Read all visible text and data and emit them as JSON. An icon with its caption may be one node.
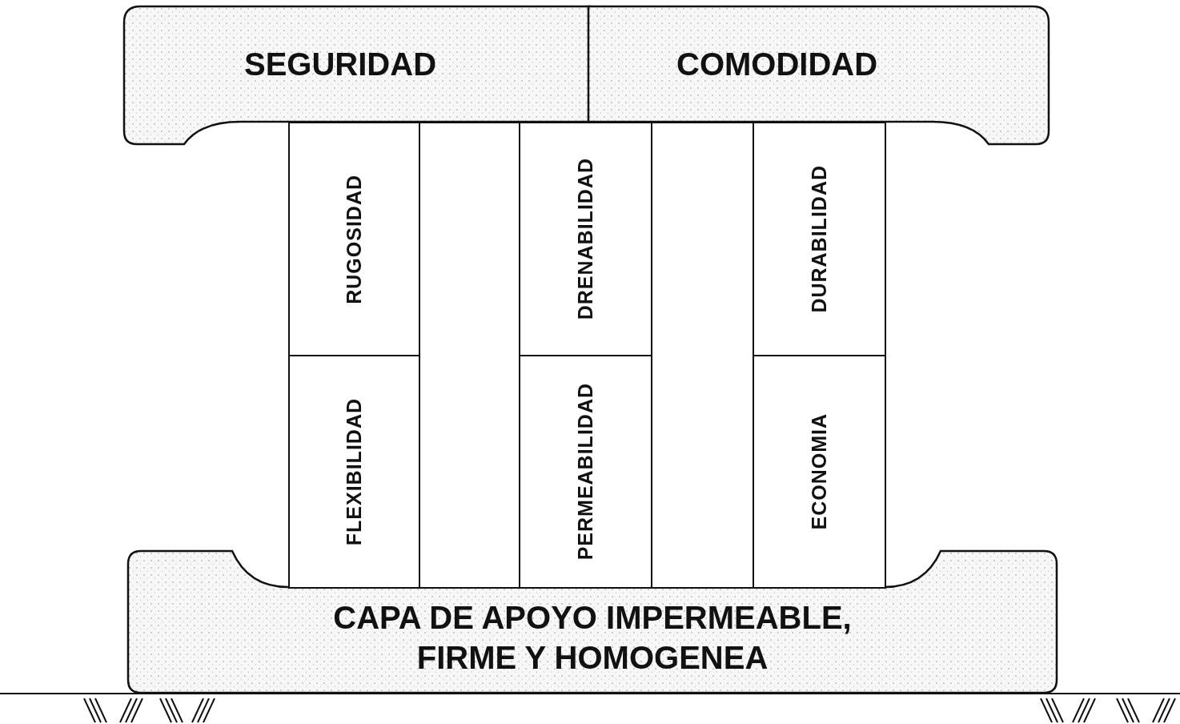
{
  "diagram": {
    "nodes": [
      {
        "text": [
          "SEGURIDAD"
        ]
      },
      {
        "text": [
          "COMODIDAD"
        ]
      },
      {
        "text": [
          "RUGOSIDAD"
        ]
      },
      {
        "text": [],
        "shape": "box"
      },
      {
        "text": [
          "DRENABILIDAD"
        ]
      },
      {
        "text": [],
        "shape": "box"
      },
      {
        "text": [
          "DURABILIDAD"
        ]
      },
      {
        "text": [
          "FLEXIBILIDAD"
        ]
      },
      {
        "text": [
          "PERMEABILIDAD"
        ]
      },
      {
        "text": [
          "ECONOMIA"
        ]
      },
      {
        "text": [
          "CAPA DE APOYO IMPERMEABLE, FIRME Y HOMOGENEA"
        ]
      }
    ]
  }
}
